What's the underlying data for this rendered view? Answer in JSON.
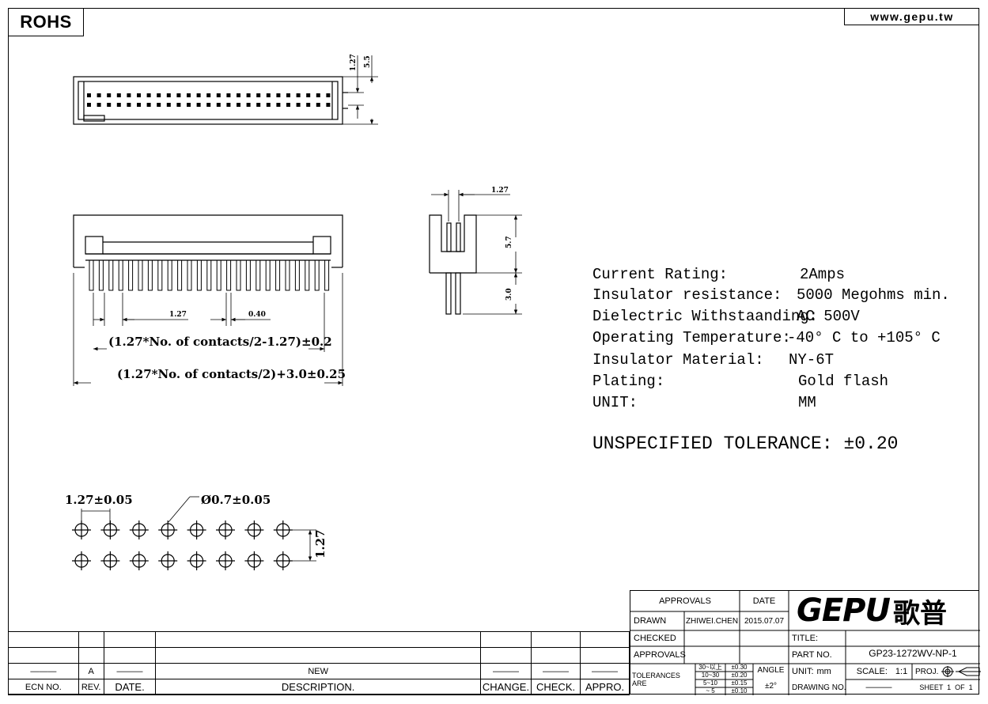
{
  "header": {
    "rohs": "ROHS",
    "website": "www.gepu.tw"
  },
  "dimensions": {
    "top_pitch": "1.27",
    "top_height": "5.5",
    "side_pitch": "1.27",
    "side_height": "5.7",
    "side_tail": "3.0",
    "pin_pitch": "1.27",
    "pin_width": "0.40",
    "span_formula": "(1.27*No. of contacts/2-1.27)±0.2",
    "overall_formula": "(1.27*No. of contacts/2)+3.0±0.25",
    "pcb_pitch": "1.27±0.05",
    "pcb_hole": "Ø0.7±0.05",
    "pcb_row": "1.27"
  },
  "specs": [
    {
      "label": "Current Rating:",
      "value": "2Amps"
    },
    {
      "label": "Insulator resistance:",
      "value": "5000 Megohms min."
    },
    {
      "label": "Dielectric Withstaanding:",
      "value": "AC 500V"
    },
    {
      "label": "Operating Temperature:",
      "value": "-40° C to +105° C"
    },
    {
      "label": "Insulator Material:",
      "value": "NY-6T"
    },
    {
      "label": "Plating:",
      "value": "Gold flash"
    },
    {
      "label": "UNIT:",
      "value": "MM"
    }
  ],
  "tolerance_note": "UNSPECIFIED TOLERANCE: ±0.20",
  "revision_table": {
    "row": {
      "ecn": "———",
      "rev": "A",
      "date": "———",
      "description": "NEW",
      "change": "———",
      "check": "———",
      "appro": "———"
    },
    "headers": {
      "ecn": "ECN NO.",
      "rev": "REV.",
      "date": "DATE.",
      "description": "DESCRIPTION.",
      "change": "CHANGE.",
      "check": "CHECK.",
      "appro": "APPRO."
    }
  },
  "title_block": {
    "approvals_header": "APPROVALS",
    "date_header": "DATE",
    "drawn_label": "DRAWN",
    "drawn_by": "ZHIWEI.CHEN",
    "drawn_date": "2015.07.07",
    "checked_label": "CHECKED",
    "approvals_label": "APPROVALS",
    "company_logo": "GEPU",
    "company_logo_cn": "歌普",
    "title_label": "TITLE:",
    "part_no_label": "PART NO.",
    "part_no": "GP23-1272WV-NP-1",
    "tolerances_label": "TOLERANCES ARE",
    "tol_ranges": [
      "30~以上",
      "10~30",
      "5~10",
      "~ 5"
    ],
    "tol_values": [
      "±0.30",
      "±0.20",
      "±0.15",
      "±0.10"
    ],
    "angle_label": "ANGLE",
    "angle_value": "±2°",
    "unit_label": "UNIT:",
    "unit_value": "mm",
    "scale_label": "SCALE:",
    "scale_value": "1:1",
    "proj_label": "PROJ.",
    "drawing_no_label": "DRAWING NO.",
    "drawing_no": "———",
    "sheet": "SHEET  1  OF  1"
  }
}
